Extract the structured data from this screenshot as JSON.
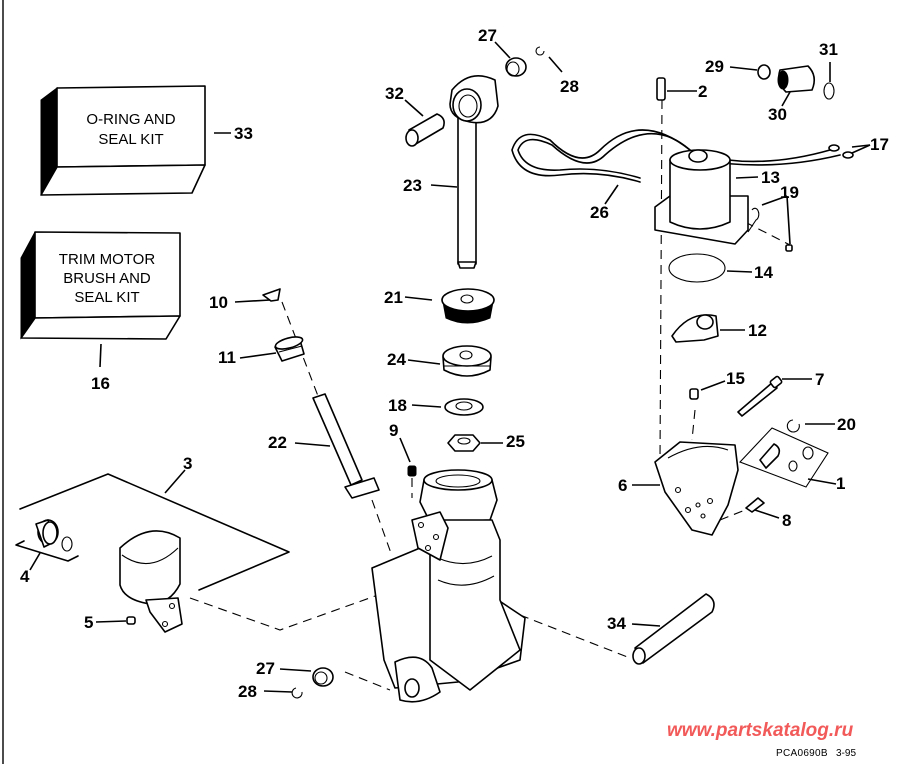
{
  "diagram": {
    "title": "Trim motor and cylinder assembly exploded parts view",
    "kits": [
      {
        "id": "33",
        "lines": [
          "O-RING AND",
          "SEAL KIT"
        ]
      },
      {
        "id": "16",
        "lines": [
          "TRIM MOTOR",
          "BRUSH AND",
          "SEAL KIT"
        ]
      }
    ],
    "callouts": {
      "c1": "1",
      "c2": "2",
      "c3": "3",
      "c4": "4",
      "c5": "5",
      "c6": "6",
      "c7": "7",
      "c8": "8",
      "c9": "9",
      "c10": "10",
      "c11": "11",
      "c12": "12",
      "c13": "13",
      "c14": "14",
      "c15": "15",
      "c16": "16",
      "c17": "17",
      "c18": "18",
      "c19": "19",
      "c20": "20",
      "c21": "21",
      "c22": "22",
      "c23": "23",
      "c24": "24",
      "c25": "25",
      "c26": "26",
      "c27a": "27",
      "c27b": "27",
      "c28a": "28",
      "c28b": "28",
      "c29": "29",
      "c30": "30",
      "c31": "31",
      "c32": "32",
      "c33": "33",
      "c34": "34"
    }
  },
  "footer": {
    "watermark": "www.partskatalog.ru",
    "drawing_code": "PCA0690B",
    "date": "3-95"
  },
  "colors": {
    "watermark": "#f25a5a",
    "line": "#000000",
    "background": "#ffffff"
  }
}
